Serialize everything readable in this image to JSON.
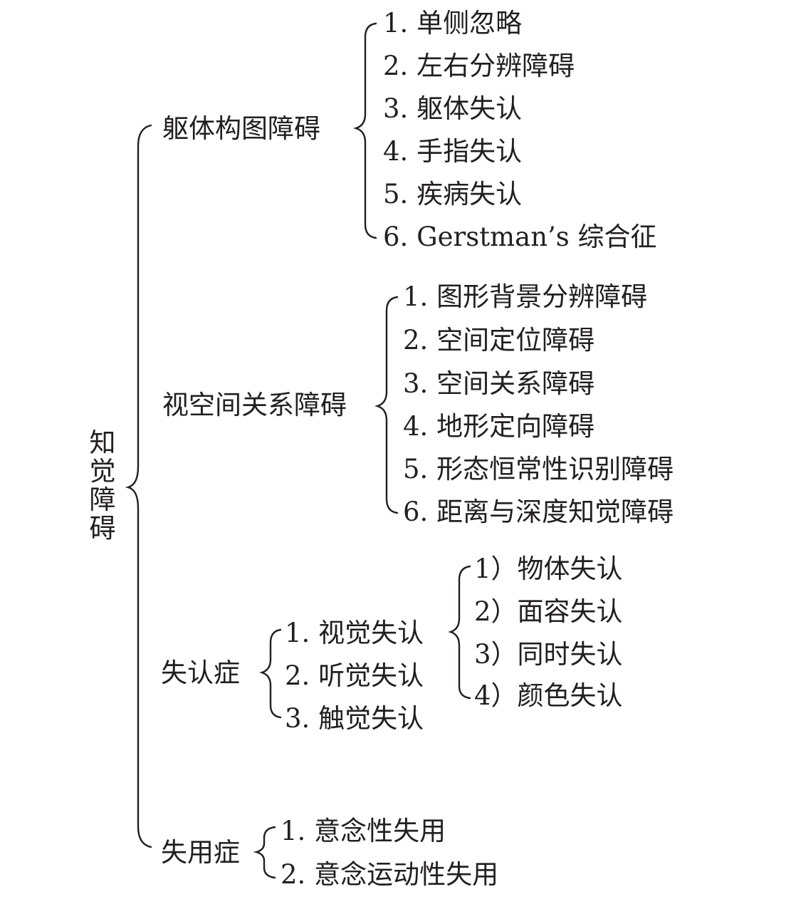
{
  "root": "知觉障碍",
  "groups": [
    {
      "label": "躯体构图障碍",
      "items": [
        "1. 单侧忽略",
        "2. 左右分辨障碍",
        "3. 躯体失认",
        "4. 手指失认",
        "5. 疾病失认",
        "6. Gerstman’s 综合征"
      ]
    },
    {
      "label": "视空间关系障碍",
      "items": [
        "1. 图形背景分辨障碍",
        "2. 空间定位障碍",
        "3. 空间关系障碍",
        "4. 地形定向障碍",
        "5. 形态恒常性识别障碍",
        "6. 距离与深度知觉障碍"
      ]
    },
    {
      "label": "失认症",
      "items": [
        "1. 视觉失认",
        "2. 听觉失认",
        "3. 触觉失认"
      ],
      "sub": {
        "parent": "1. 视觉失认",
        "items": [
          "1）物体失认",
          "2）面容失认",
          "3）同时失认",
          "4）颜色失认"
        ]
      }
    },
    {
      "label": "失用症",
      "items": [
        "1. 意念性失用",
        "2. 意念运动性失用"
      ]
    }
  ]
}
